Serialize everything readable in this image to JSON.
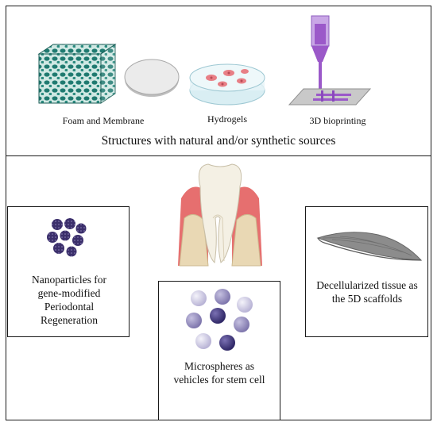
{
  "top_panel": {
    "items": [
      {
        "label": "Foam and Membrane",
        "icon": "foam-cube-and-membrane-disc-icon"
      },
      {
        "label": "Hydrogels",
        "icon": "petri-dish-hydrogel-icon"
      },
      {
        "label": "3D bioprinting",
        "icon": "bioprinter-nozzle-icon"
      }
    ],
    "caption": "Structures with natural and/or synthetic sources"
  },
  "center": {
    "icon": "tooth-in-periodontium-icon"
  },
  "boxes": {
    "nanoparticles": {
      "label": "Nanoparticles for gene-modified Periodontal Regeneration",
      "icon": "nanoparticle-cluster-icon"
    },
    "microspheres": {
      "label": "Microspheres as vehicles for stem cell",
      "icon": "microsphere-group-icon"
    },
    "decellularized": {
      "label": "Decellularized tissue as the 5D scaffolds",
      "icon": "decellularized-tissue-sheet-icon"
    }
  },
  "colors": {
    "foam": "#2a8a7f",
    "membrane": "#e2e2e2",
    "hydrogel_cells": "#e87f86",
    "bioprinter": "#9b59c9",
    "nanoparticle": "#3b2f6b",
    "microsphere_dark": "#3e3578",
    "microsphere_light": "#c8c4de",
    "gum": "#e66f6f",
    "bone": "#e9d8b4",
    "tooth": "#f4f0e4",
    "tissue": "#8c8c8c"
  }
}
